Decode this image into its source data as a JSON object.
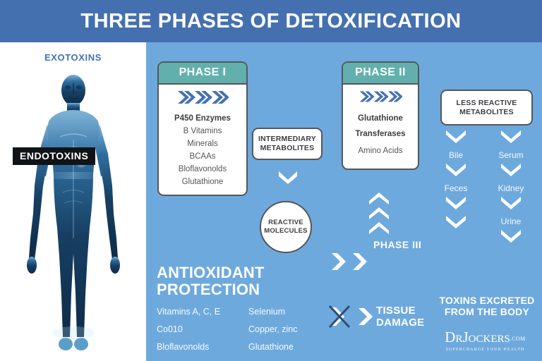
{
  "header": {
    "title": "THREE PHASES OF DETOXIFICATION"
  },
  "colors": {
    "header_blue": "#4470b0",
    "canvas_blue": "#6da9dd",
    "card_teal": "#62b0ad",
    "chevron_blue": "#4372b3",
    "card_border": "#55565a",
    "text_white": "#ffffff",
    "label_black": "#111416"
  },
  "left_panel": {
    "exotoxins_label": "EXOTOXINS",
    "endotoxins_label": "ENDOTOXINS",
    "figure_icon": "human-body-silhouette"
  },
  "phase1": {
    "heading": "PHASE I",
    "chevron_icon": "triple-chevron-right-icon",
    "items": [
      "P450 Enzymes",
      "B Vitamins",
      "Minerals",
      "BCAAs",
      "Bloflavonolds",
      "Glutathione"
    ]
  },
  "phase2": {
    "heading": "PHASE II",
    "chevron_icon": "triple-chevron-right-icon",
    "items": [
      "Glutathione",
      "Transferases",
      "Amino Acids"
    ]
  },
  "phase3": {
    "label": "PHASE III",
    "up_chevron_icon": "chevron-up-icon",
    "right_chevron_icon": "chevron-right-icon"
  },
  "intermediary": {
    "line1": "INTERMEDIARY",
    "line2": "METABOLITES",
    "down_chevron_icon": "chevron-down-icon"
  },
  "reactive": {
    "line1": "REACTIVE",
    "line2": "MOLECULES"
  },
  "less_reactive": {
    "line1": "LESS REACTIVE",
    "line2": "METABOLITES"
  },
  "excretion": {
    "down_chevron_icon": "chevron-down-icon",
    "left_column": [
      "Bile",
      "Feces",
      ""
    ],
    "right_column": [
      "Serum",
      "Kidney",
      "Urine"
    ],
    "footer_line1": "TOXINS EXCRETED",
    "footer_line2": "FROM THE BODY"
  },
  "tissue_damage": {
    "icon": "blocked-chevron-x-icon",
    "line1": "TISSUE",
    "line2": "DAMAGE"
  },
  "antioxidant": {
    "title_line1": "ANTIOXIDANT",
    "title_line2": "PROTECTION",
    "items": [
      "Vitamins A, C, E",
      "Selenium",
      "Co010",
      "Copper, zinc",
      "Bloflavonolds",
      "Glutathione"
    ]
  },
  "logo": {
    "part1": "D",
    "part2": "R",
    "part3": "J",
    "part4": "OCKERS",
    "domain": ".COM",
    "tagline": "SUPERCHARGE YOUR HEALTH"
  }
}
